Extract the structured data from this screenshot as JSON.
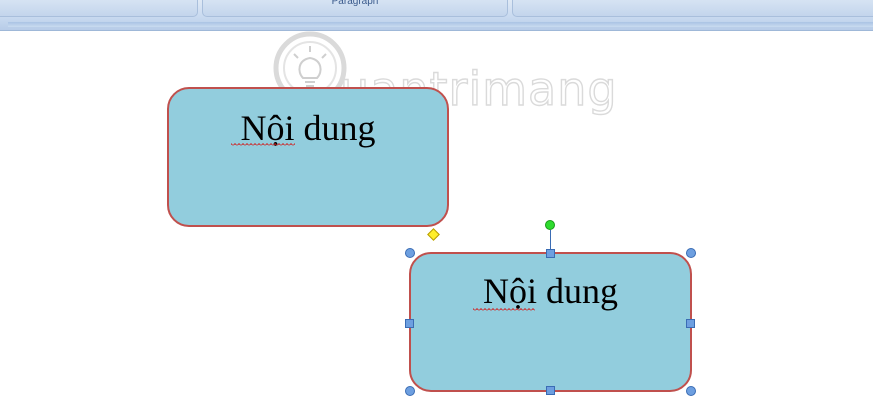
{
  "ribbon": {
    "group_label": "Paragraph"
  },
  "watermark": {
    "text": "uantrimang",
    "icon": "lightbulb-icon"
  },
  "shapes": [
    {
      "text": "Nội dung"
    },
    {
      "text": "Nội dung"
    }
  ],
  "colors": {
    "shape_fill": "#92cddd",
    "shape_border": "#c0504d",
    "handle": "#6d9fe0",
    "rotate_handle": "#2edb2e",
    "adjust_handle": "#ffee2a"
  }
}
